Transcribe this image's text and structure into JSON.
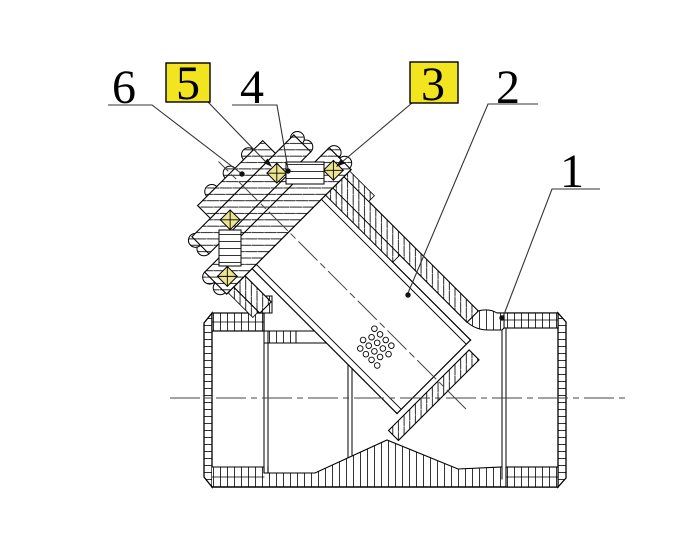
{
  "labels": [
    {
      "text": "6",
      "highlighted": false
    },
    {
      "text": "5",
      "highlighted": true
    },
    {
      "text": "4",
      "highlighted": false
    },
    {
      "text": "3",
      "highlighted": true
    },
    {
      "text": "2",
      "highlighted": false
    },
    {
      "text": "1",
      "highlighted": false
    }
  ],
  "colors": {
    "highlight": "#f2e41f",
    "seal": "#ece48e",
    "ink": "#000000",
    "leader": "#333333",
    "background": "#ffffff"
  }
}
